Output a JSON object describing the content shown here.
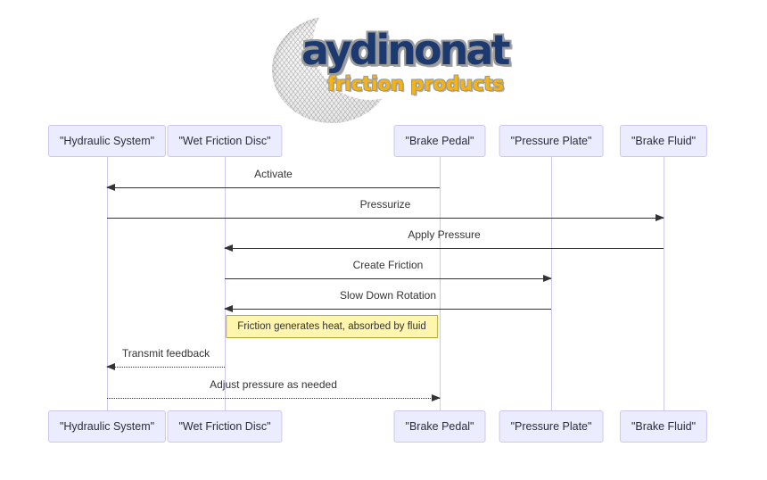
{
  "logo": {
    "brand": "aydinonat",
    "tagline": "friction products",
    "brand_color": "#1c3a70",
    "tagline_color": "#f7b40d"
  },
  "diagram": {
    "type": "sequence",
    "actors": [
      {
        "id": "hydraulic-system",
        "label": "\"Hydraulic System\""
      },
      {
        "id": "wet-friction-disc",
        "label": "\"Wet Friction Disc\""
      },
      {
        "id": "brake-pedal",
        "label": "\"Brake Pedal\""
      },
      {
        "id": "pressure-plate",
        "label": "\"Pressure Plate\""
      },
      {
        "id": "brake-fluid",
        "label": "\"Brake Fluid\""
      }
    ],
    "messages": [
      {
        "label": "Activate",
        "from": "Brake Pedal",
        "to": "Hydraulic System",
        "line": "solid",
        "direction": "left"
      },
      {
        "label": "Pressurize",
        "from": "Hydraulic System",
        "to": "Brake Fluid",
        "line": "solid",
        "direction": "right"
      },
      {
        "label": "Apply Pressure",
        "from": "Brake Fluid",
        "to": "Wet Friction Disc",
        "line": "solid",
        "direction": "left"
      },
      {
        "label": "Create Friction",
        "from": "Wet Friction Disc",
        "to": "Pressure Plate",
        "line": "solid",
        "direction": "right"
      },
      {
        "label": "Slow Down Rotation",
        "from": "Pressure Plate",
        "to": "Wet Friction Disc",
        "line": "solid",
        "direction": "left"
      },
      {
        "label": "Transmit feedback",
        "from": "Wet Friction Disc",
        "to": "Hydraulic System",
        "line": "dotted",
        "direction": "left"
      },
      {
        "label": "Adjust pressure as needed",
        "from": "Hydraulic System",
        "to": "Brake Pedal",
        "line": "dotted",
        "direction": "right"
      }
    ],
    "note": {
      "text": "Friction generates heat, absorbed by fluid",
      "fill": "#fff5ad",
      "border": "#aaaa33"
    },
    "colors": {
      "actor_fill": "#ECECFF",
      "actor_border": "#cfc6f0",
      "lifeline": "#cfc9ee",
      "arrow": "#333333",
      "text": "#333333"
    }
  }
}
